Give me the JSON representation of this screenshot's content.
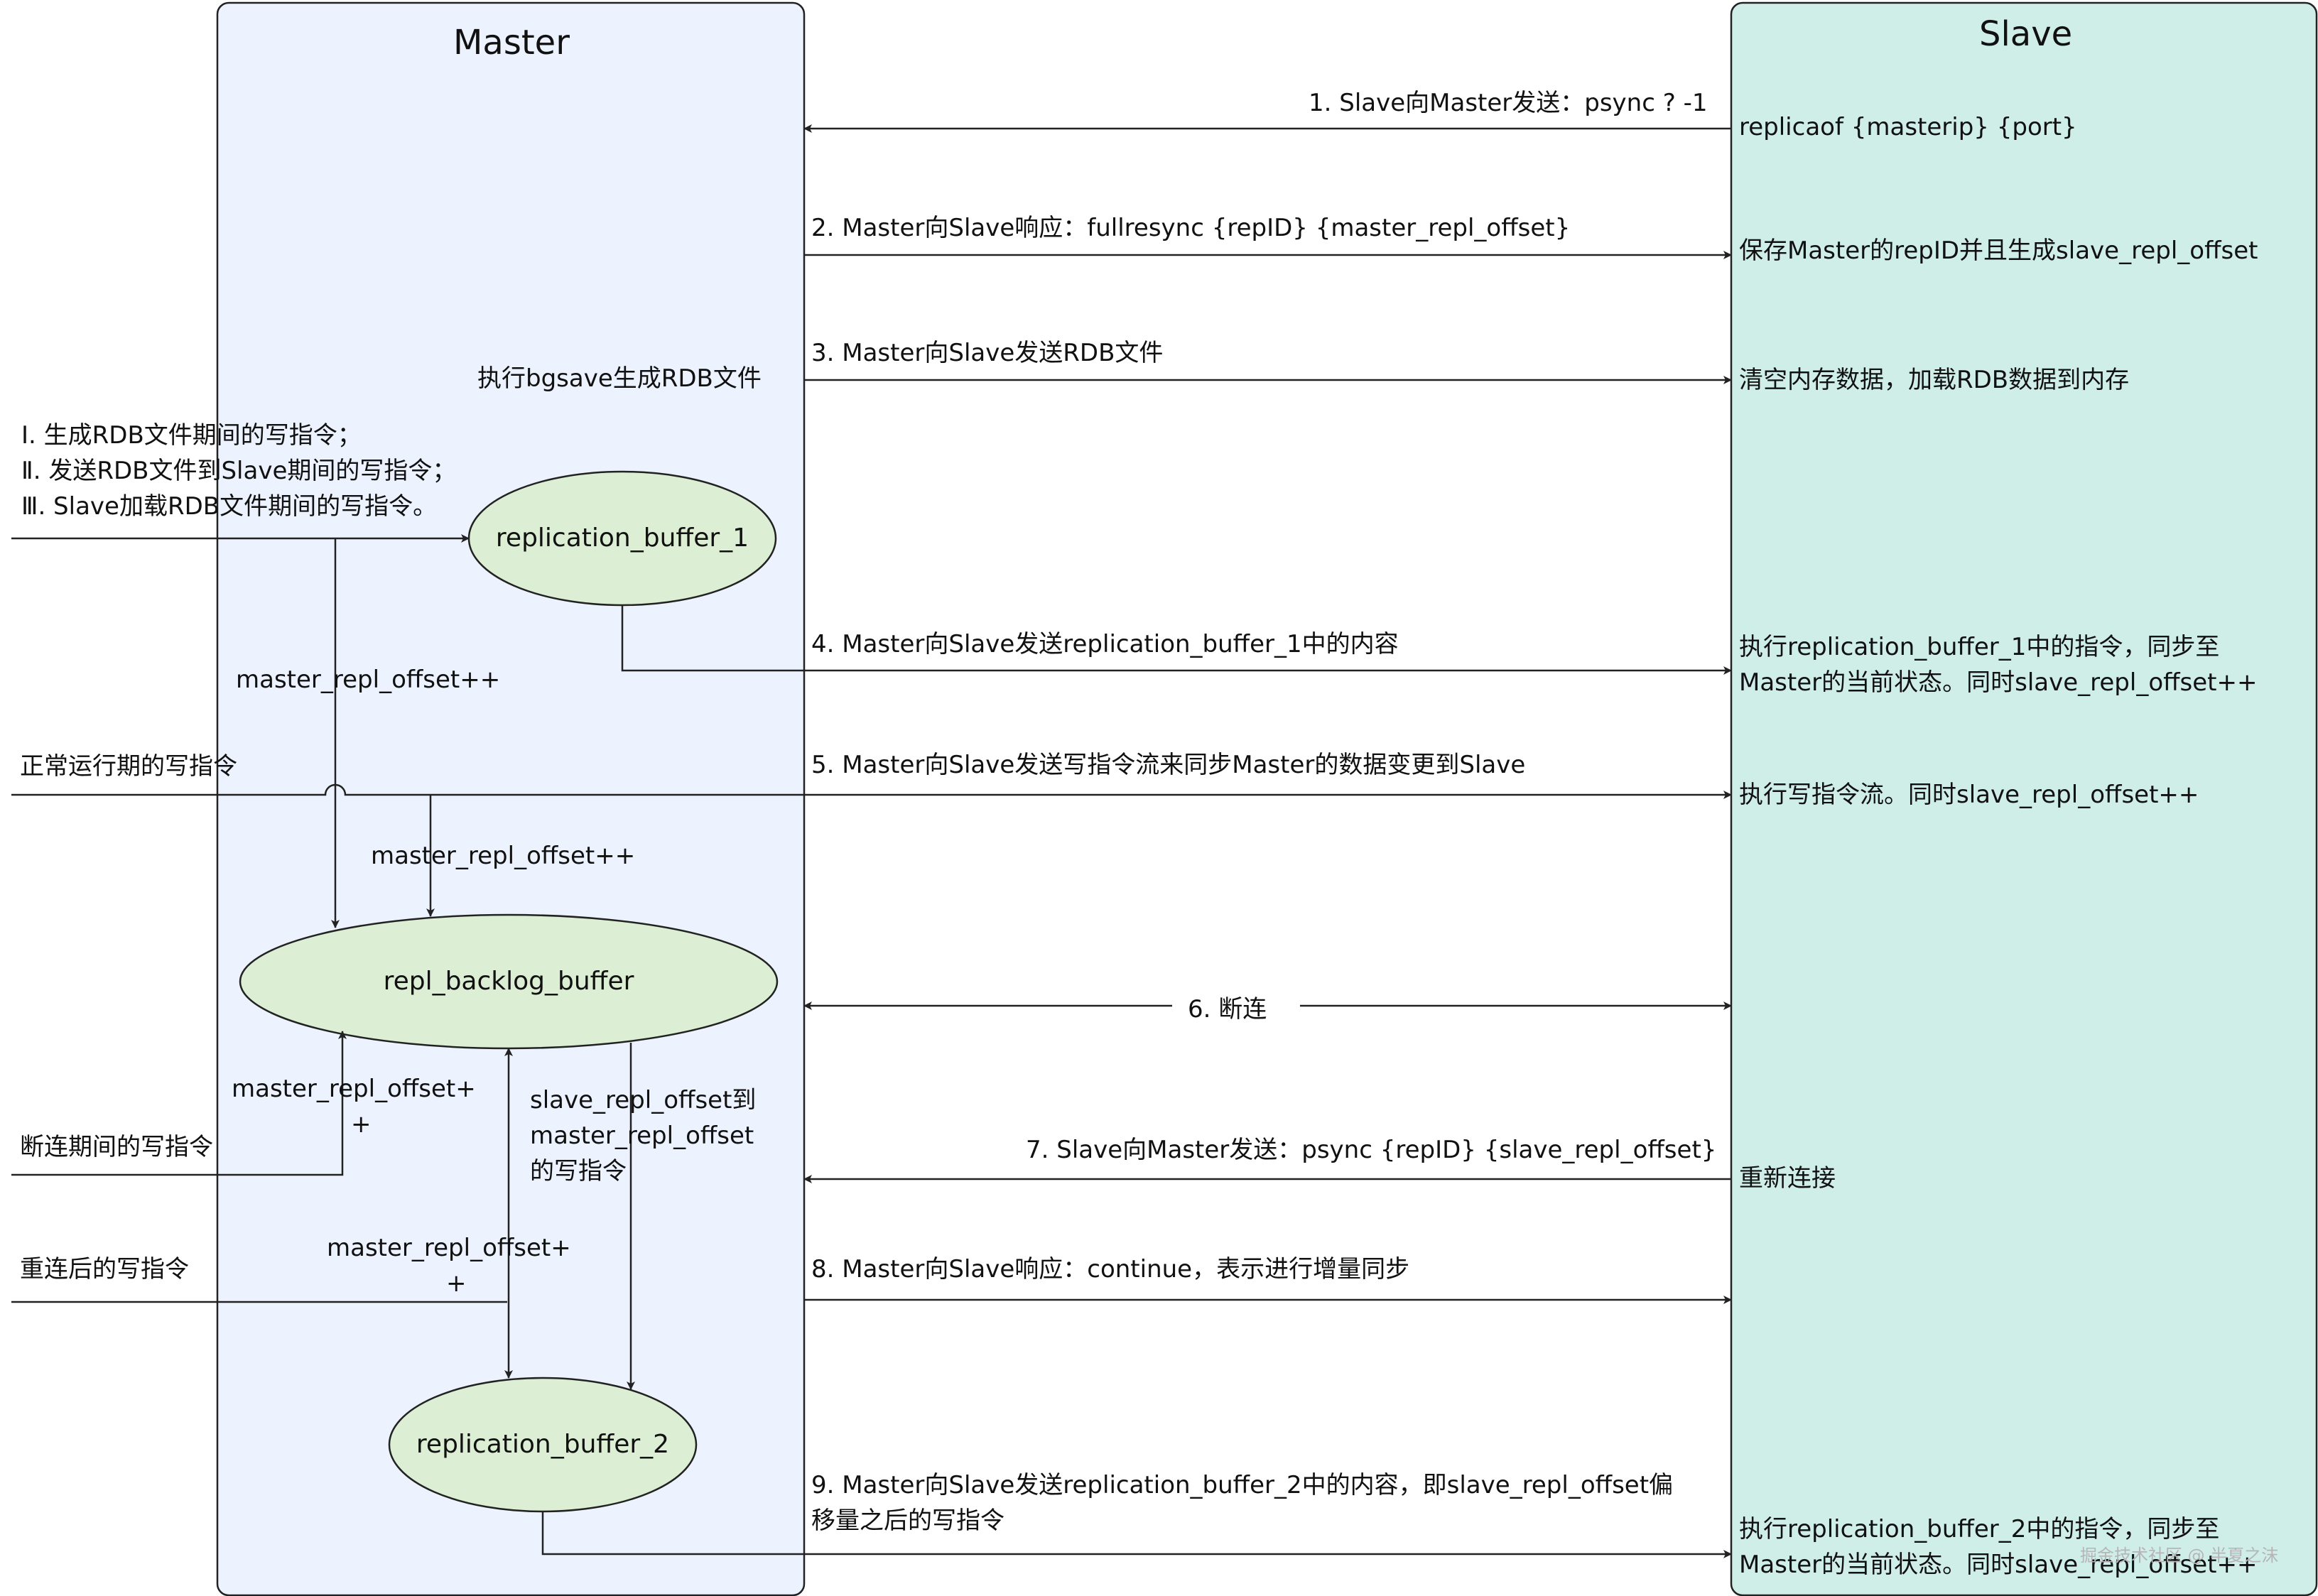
{
  "master": {
    "title": "Master",
    "bgsave_label": "执行bgsave生成RDB文件",
    "buffer1": "replication_buffer_1",
    "buffer2": "replication_buffer_2",
    "backlog": "repl_backlog_buffer",
    "offset_inc_a": "master_repl_offset++",
    "offset_inc_b": "master_repl_offset++",
    "offset_inc_c_line1": "master_repl_offset+",
    "offset_inc_c_line2": "+",
    "offset_inc_d_line1": "master_repl_offset+",
    "offset_inc_d_line2": "+",
    "range_line1": "slave_repl_offset到",
    "range_line2": "master_repl_offset",
    "range_line3": "的写指令"
  },
  "slave": {
    "title": "Slave",
    "s1": "replicaof {masterip} {port}",
    "s2": "保存Master的repID并且生成slave_repl_offset",
    "s3": "清空内存数据，加载RDB数据到内存",
    "s4_line1": "执行replication_buffer_1中的指令，同步至",
    "s4_line2": "Master的当前状态。同时slave_repl_offset++",
    "s5": "执行写指令流。同时slave_repl_offset++",
    "s7": "重新连接",
    "s9_line1": "执行replication_buffer_2中的指令，同步至",
    "s9_line2": "Master的当前状态。同时slave_repl_offset++"
  },
  "inputs": {
    "rdb_line1": "Ⅰ. 生成RDB文件期间的写指令；",
    "rdb_line2": "Ⅱ. 发送RDB文件到Slave期间的写指令；",
    "rdb_line3": "Ⅲ. Slave加载RDB文件期间的写指令。",
    "normal": "正常运行期的写指令",
    "disconnect": "断连期间的写指令",
    "reconnect": "重连后的写指令"
  },
  "steps": {
    "step1": "1. Slave向Master发送：psync ? -1",
    "step2": "2. Master向Slave响应：fullresync {repID} {master_repl_offset}",
    "step3": "3. Master向Slave发送RDB文件",
    "step4": "4. Master向Slave发送replication_buffer_1中的内容",
    "step5": "5. Master向Slave发送写指令流来同步Master的数据变更到Slave",
    "step6": "6. 断连",
    "step7": "7. Slave向Master发送：psync {repID} {slave_repl_offset}",
    "step8": "8. Master向Slave响应：continue，表示进行增量同步",
    "step9_line1": "9.   Master向Slave发送replication_buffer_2中的内容，即slave_repl_offset偏",
    "step9_line2": "移量之后的写指令"
  },
  "watermark": "掘金技术社区 @ 半夏之沫",
  "colors": {
    "master_fill": "#ecf2fe",
    "slave_fill": "#cfeee8",
    "ellipse_fill": "#dceed3",
    "stroke": "#222222"
  }
}
